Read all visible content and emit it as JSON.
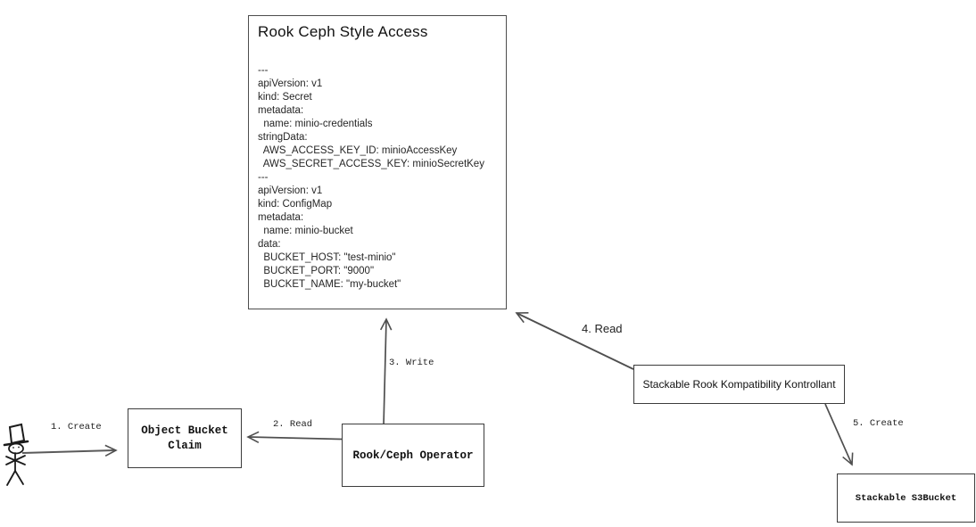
{
  "colors": {
    "background": "#ffffff",
    "connector_stroke": "#4f4f4f",
    "node_border": "#3c3c3c",
    "text": "#1c1c1c"
  },
  "diagram": {
    "main_box": {
      "title": "Rook Ceph Style Access",
      "yaml_lines": [
        "---",
        "apiVersion: v1",
        "kind: Secret",
        "metadata:",
        "  name: minio-credentials",
        "stringData:",
        "  AWS_ACCESS_KEY_ID: minioAccessKey",
        "  AWS_SECRET_ACCESS_KEY: minioSecretKey",
        "---",
        "apiVersion: v1",
        "kind: ConfigMap",
        "metadata:",
        "  name: minio-bucket",
        "data:",
        "  BUCKET_HOST: \"test-minio\"",
        "  BUCKET_PORT: \"9000\"",
        "  BUCKET_NAME: \"my-bucket\""
      ]
    },
    "nodes": {
      "object_bucket_claim": {
        "label": "Object Bucket Claim"
      },
      "rook_ceph_operator": {
        "label": "Rook/Ceph Operator"
      },
      "stackable_kontrollant": {
        "label": "Stackable Rook Kompatibility Kontrollant"
      },
      "stackable_s3bucket": {
        "label": "Stackable S3Bucket"
      }
    },
    "arrows": [
      {
        "label": "1. Create",
        "from": "user-stick-figure",
        "to": "object_bucket_claim"
      },
      {
        "label": "2. Read",
        "from": "rook_ceph_operator",
        "to": "object_bucket_claim"
      },
      {
        "label": "3. Write",
        "from": "rook_ceph_operator",
        "to": "main_box"
      },
      {
        "label": "4. Read",
        "from": "stackable_kontrollant",
        "to": "main_box"
      },
      {
        "label": "5. Create",
        "from": "stackable_kontrollant",
        "to": "stackable_s3bucket"
      }
    ]
  }
}
